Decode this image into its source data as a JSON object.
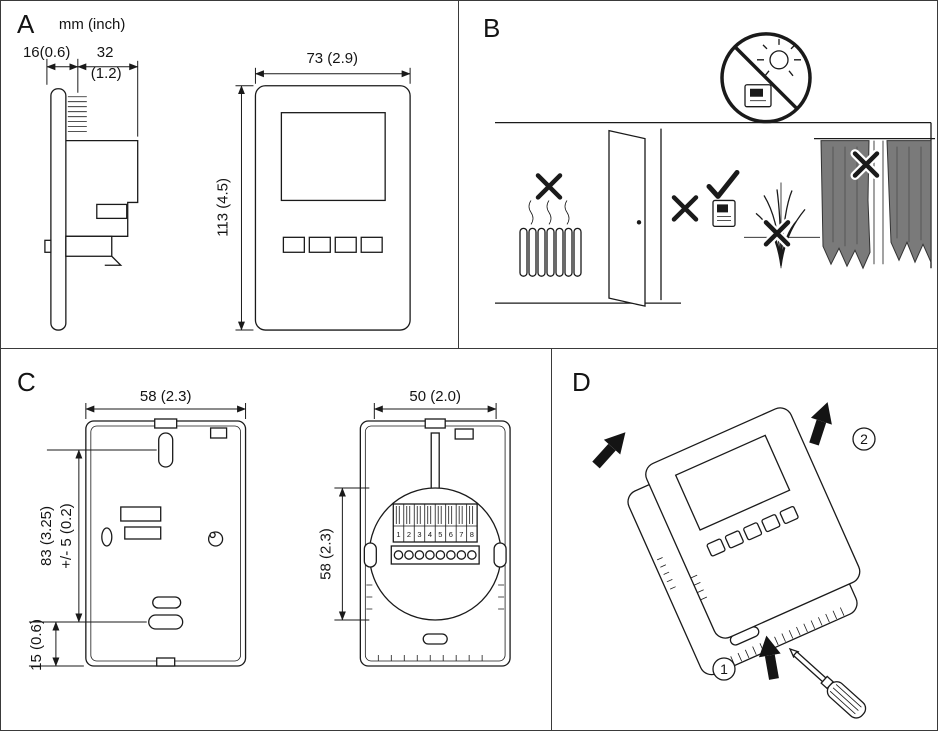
{
  "colors": {
    "line": "#1a1a1a",
    "curtain_gray": "#7a7a7a"
  },
  "panels": {
    "a": {
      "label": "A",
      "units_note": "mm (inch)",
      "dims": {
        "depth_front": "16(0.6)",
        "depth_total": "32",
        "depth_total_inch": "(1.2)",
        "width": "73 (2.9)",
        "height": "113 (4.5)"
      }
    },
    "b": {
      "label": "B"
    },
    "c": {
      "label": "C",
      "dims": {
        "left_plate_width": "58 (2.3)",
        "left_plate_height": "83 (3.25)",
        "left_plate_tolerance": "+/- 5 (0.2)",
        "left_plate_bottom_offset": "15 (0.6)",
        "right_plate_width": "50 (2.0)",
        "right_plate_height": "58 (2.3)"
      },
      "terminals": [
        "1",
        "2",
        "3",
        "4",
        "5",
        "6",
        "7",
        "8"
      ]
    },
    "d": {
      "label": "D",
      "step1": "1",
      "step2": "2"
    }
  }
}
